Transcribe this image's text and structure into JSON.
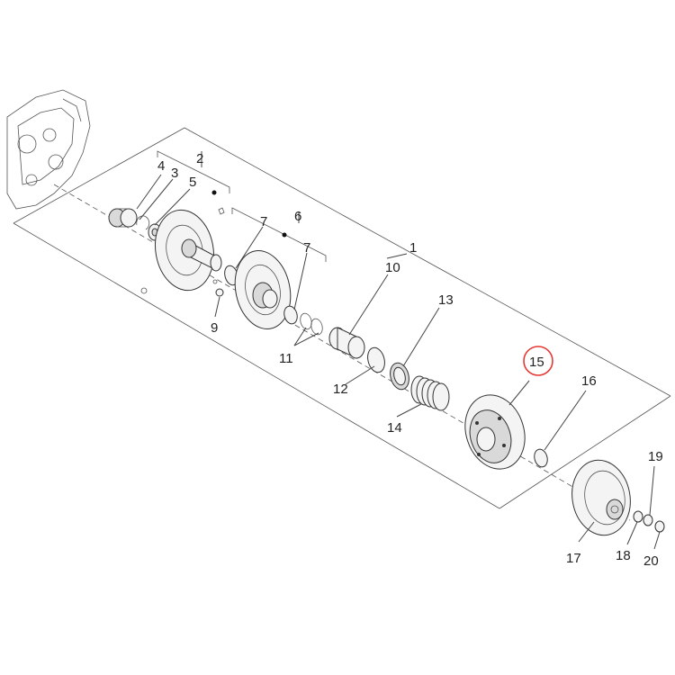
{
  "diagram": {
    "highlight_color": "#e53935",
    "highlighted_part": "15",
    "callouts": [
      {
        "id": "c1",
        "label": "1"
      },
      {
        "id": "c2",
        "label": "2"
      },
      {
        "id": "c3",
        "label": "3"
      },
      {
        "id": "c4",
        "label": "4"
      },
      {
        "id": "c5",
        "label": "5"
      },
      {
        "id": "c6",
        "label": "6"
      },
      {
        "id": "c7a",
        "label": "7"
      },
      {
        "id": "c7b",
        "label": "7"
      },
      {
        "id": "c9",
        "label": "9"
      },
      {
        "id": "c10",
        "label": "10"
      },
      {
        "id": "c11",
        "label": "11"
      },
      {
        "id": "c12",
        "label": "12"
      },
      {
        "id": "c13",
        "label": "13"
      },
      {
        "id": "c14",
        "label": "14"
      },
      {
        "id": "c15",
        "label": "15"
      },
      {
        "id": "c16",
        "label": "16"
      },
      {
        "id": "c17",
        "label": "17"
      },
      {
        "id": "c18",
        "label": "18"
      },
      {
        "id": "c19",
        "label": "19"
      },
      {
        "id": "c20",
        "label": "20"
      }
    ]
  }
}
